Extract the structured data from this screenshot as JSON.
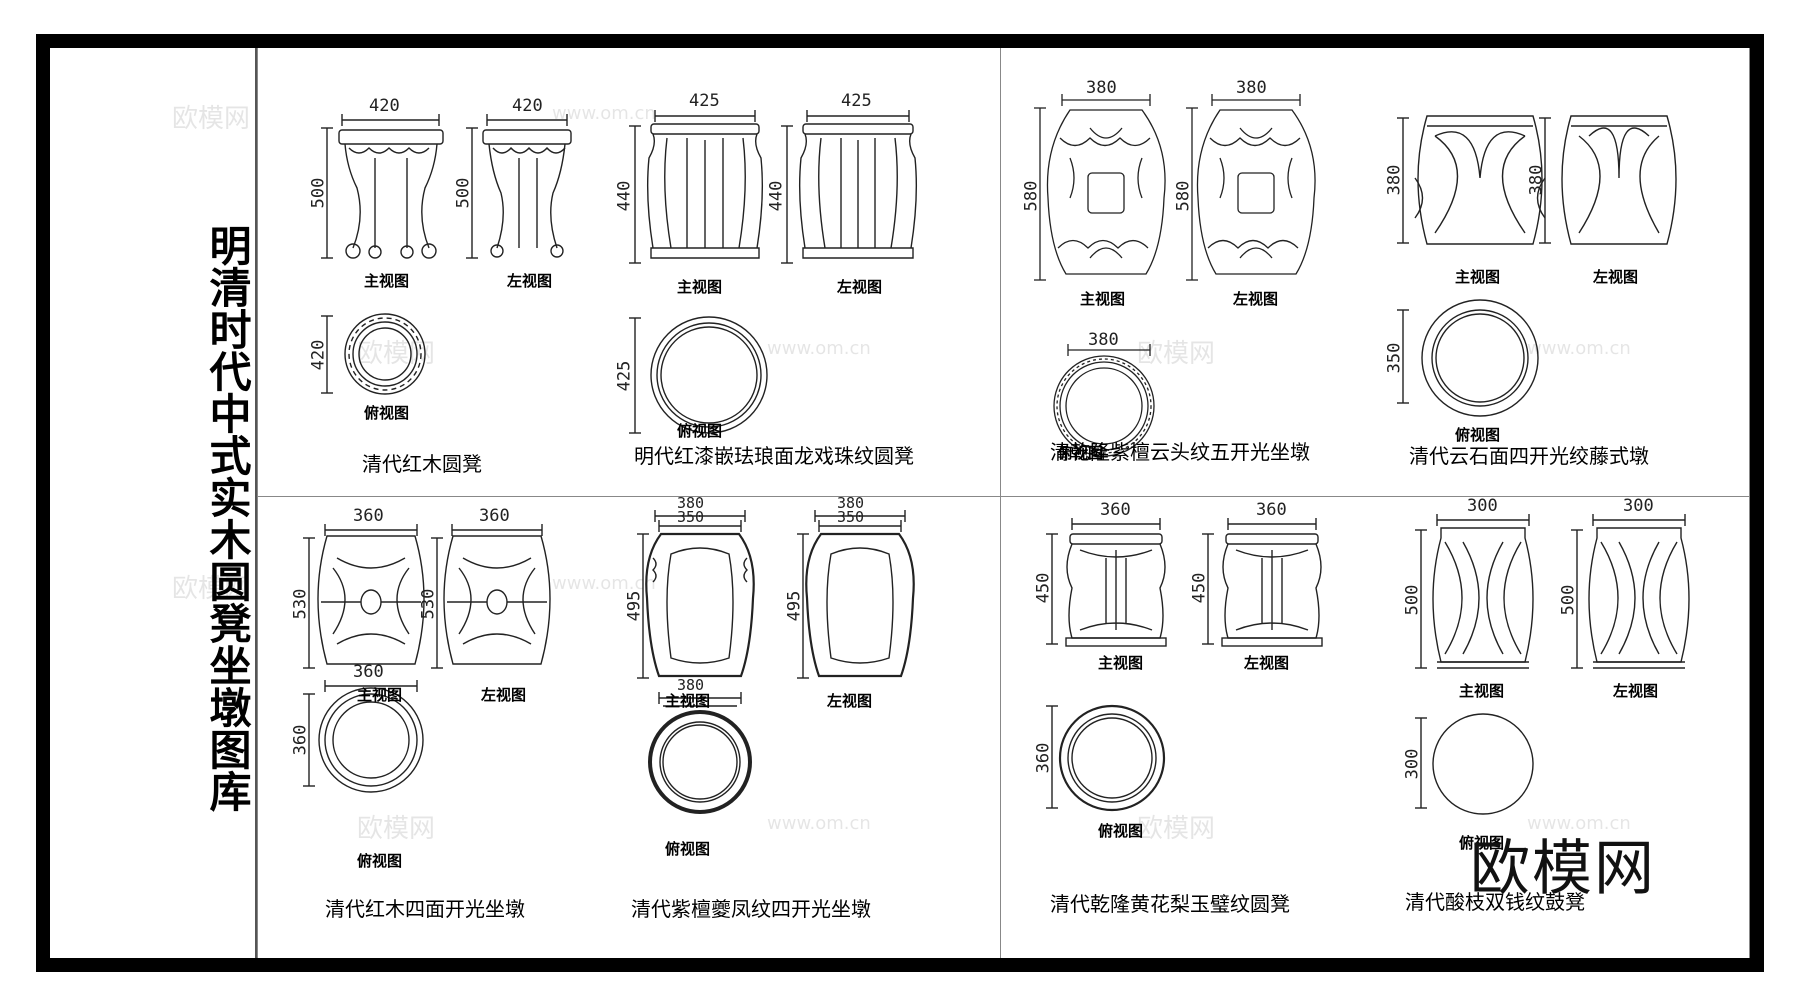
{
  "title": "明清时代中式实木圆凳坐墩图库",
  "brand": "欧模网",
  "watermarks": [
    "欧模网",
    "www.om.cn"
  ],
  "view_labels": {
    "front": "主视图",
    "left": "左视图",
    "top": "俯视图"
  },
  "stools": [
    {
      "name": "清代红木圆凳",
      "width": "420",
      "height": "500",
      "depth": "420"
    },
    {
      "name": "明代红漆嵌珐琅面龙戏珠纹圆凳",
      "width": "425",
      "height": "440",
      "left_height": "440",
      "depth": "425"
    },
    {
      "name": "清乾隆紫檀云头纹五开光坐墩",
      "width": "380",
      "height": "580",
      "depth": "380"
    },
    {
      "name": "清代云石面四开光绞藤式墩",
      "width": "380",
      "height": "380",
      "depth": "350"
    },
    {
      "name": "清代红木四面开光坐墩",
      "width": "360",
      "height": "530",
      "depth": "360"
    },
    {
      "name": "清代紫檀夔凤纹四开光坐墩",
      "width": "380",
      "width2": "350",
      "height": "495",
      "depth": "380"
    },
    {
      "name": "清代乾隆黄花梨玉璧纹圆凳",
      "width": "360",
      "height": "450",
      "depth": "360"
    },
    {
      "name": "清代酸枝双钱纹鼓凳",
      "width": "300",
      "height": "500",
      "depth": "300"
    }
  ]
}
